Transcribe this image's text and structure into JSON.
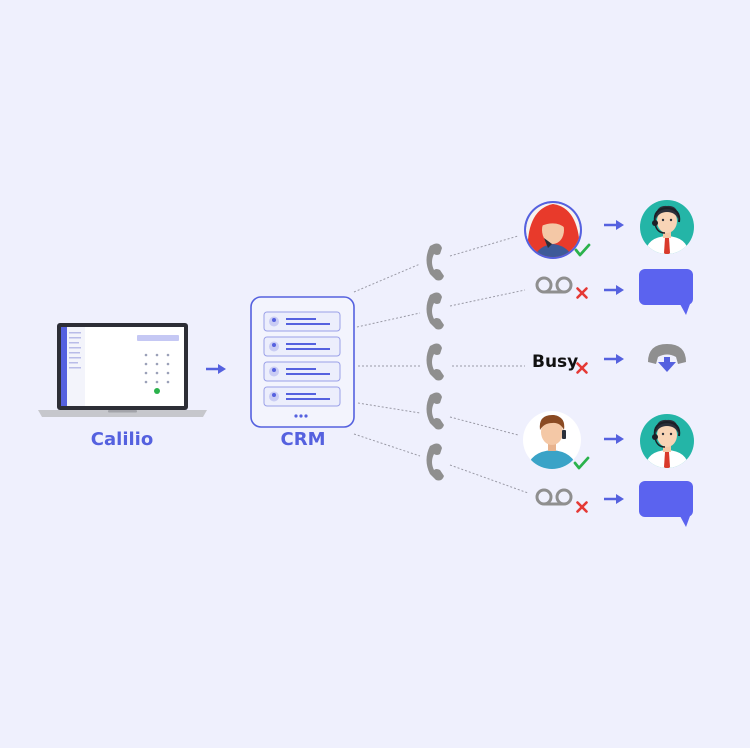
{
  "labels": {
    "source": "Calilio",
    "crm": "CRM",
    "busy": "Busy"
  },
  "colors": {
    "background": "#eff0fd",
    "accent": "#5561df",
    "chat_bubble": "#5b63ef",
    "phone_gray": "#8f8f8f",
    "success": "#2bb24c",
    "fail": "#e53935",
    "agent_circle": "#24b5a7"
  },
  "rows": [
    {
      "caller": "female-caller-icon",
      "status": "success",
      "outcome": "agent-icon"
    },
    {
      "caller": "voicemail-icon",
      "status": "fail",
      "outcome": "chat-bubble-icon"
    },
    {
      "caller": "busy-text",
      "status": "fail",
      "outcome": "callback-phone-icon"
    },
    {
      "caller": "male-caller-icon",
      "status": "success",
      "outcome": "agent-icon"
    },
    {
      "caller": "voicemail-icon",
      "status": "fail",
      "outcome": "chat-bubble-icon"
    }
  ]
}
